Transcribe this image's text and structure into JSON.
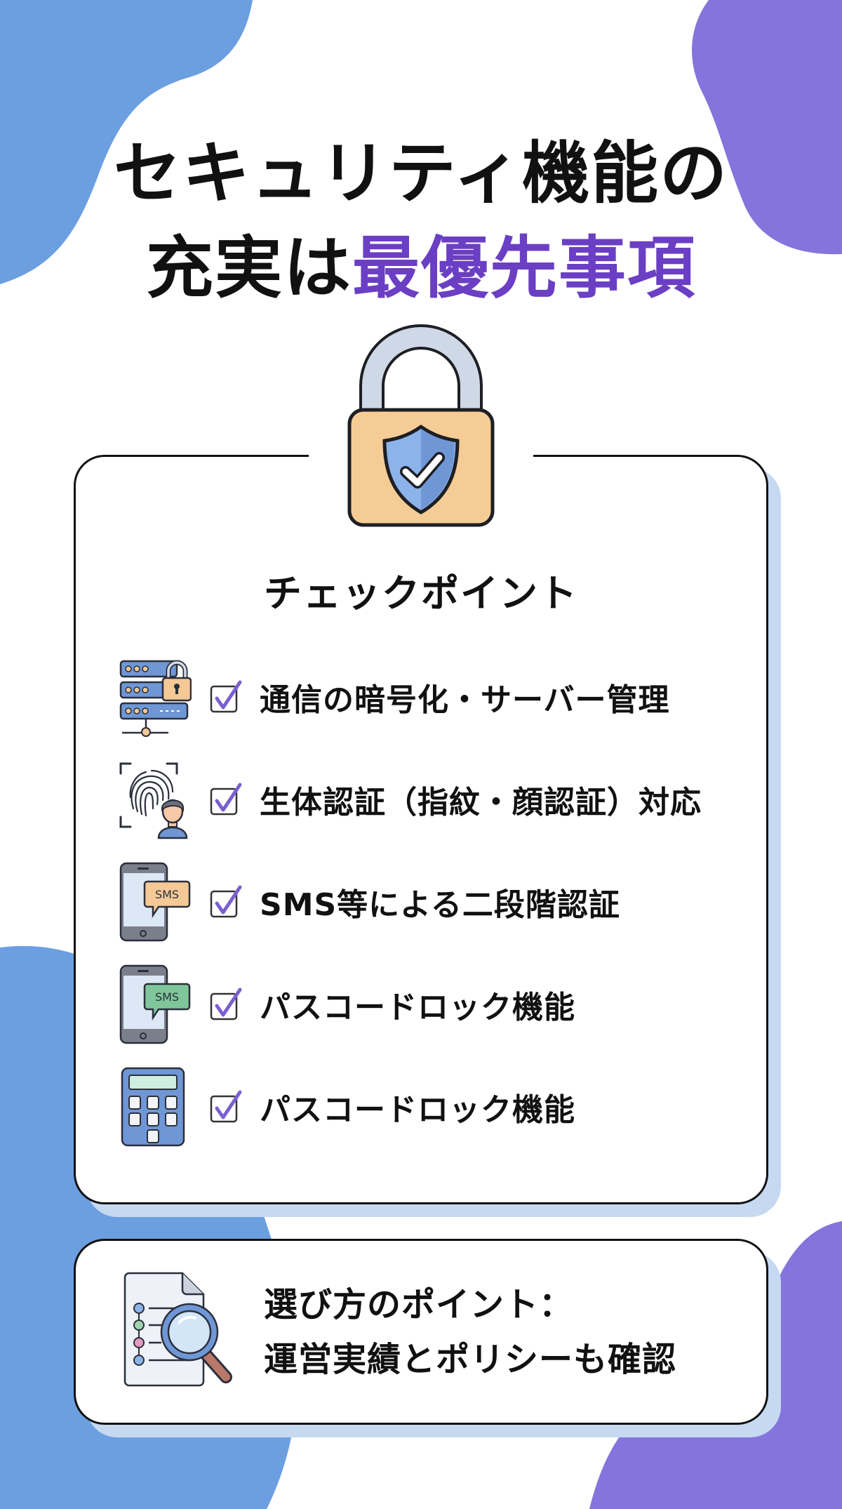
{
  "title": {
    "line1": "セキュリティ機能の",
    "line2_prefix": "充実は",
    "line2_accent": "最優先事項"
  },
  "colors": {
    "accent_purple": "#6b3fc4",
    "blob_blue": "#6b9fe0",
    "blob_purple": "#8474dc",
    "card_shadow": "#c6d9f1",
    "check_purple": "#7b5fd0"
  },
  "hero_icon": "padlock-shield-check-icon",
  "checkpoints": {
    "heading": "チェックポイント",
    "items": [
      {
        "icon": "server-lock-icon",
        "label": "通信の暗号化・サーバー管理",
        "checked": true
      },
      {
        "icon": "fingerprint-face-icon",
        "label": "生体認証（指紋・顔認証）対応",
        "checked": true
      },
      {
        "icon": "phone-sms-orange-icon",
        "label": "SMS等による二段階認証",
        "checked": true,
        "badge": "SMS"
      },
      {
        "icon": "phone-sms-green-icon",
        "label": "パスコードロック機能",
        "checked": true,
        "badge": "SMS"
      },
      {
        "icon": "keypad-icon",
        "label": "パスコードロック機能",
        "checked": true
      }
    ]
  },
  "tip": {
    "icon": "document-magnifier-icon",
    "line1": "選び方のポイント：",
    "line2": "運営実績とポリシーも確認"
  }
}
